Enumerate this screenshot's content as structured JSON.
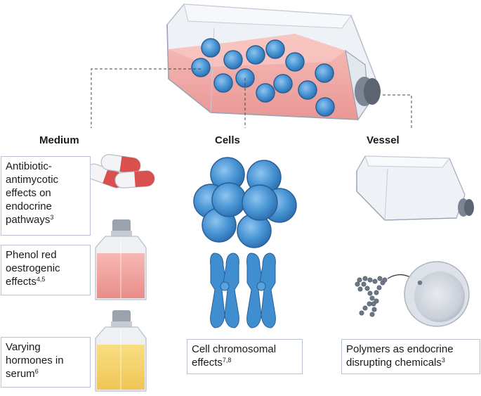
{
  "headings": {
    "medium": "Medium",
    "cells": "Cells",
    "vessel": "Vessel"
  },
  "boxes": {
    "antibiotic": {
      "lines": [
        "Antibiotic-",
        "antimycotic",
        "effects on",
        "endocrine"
      ],
      "last": "pathways",
      "ref": "3"
    },
    "phenol": {
      "lines": [
        "Phenol red",
        "oestrogenic"
      ],
      "last": "effects",
      "ref": "4,5"
    },
    "serum": {
      "lines": [
        "Varying",
        "hormones in"
      ],
      "last": "serum",
      "ref": "6"
    },
    "chromosomal": {
      "lines": [
        "Cell chromosomal"
      ],
      "last": "effects",
      "ref": "7,8"
    },
    "polymers": {
      "lines": [
        "Polymers as endocrine"
      ],
      "last": "disrupting chemicals",
      "ref": "3"
    }
  },
  "colors": {
    "cell_blue": "#3f8fd0",
    "medium_pink": "#f2a3a0",
    "serum_yellow": "#f5d46a",
    "capsule_red": "#d9504e",
    "box_border": "#b9c2d0"
  },
  "icons": [
    "culture-flask-icon",
    "capsule-icon",
    "media-bottle-icon",
    "cell-cluster-icon",
    "chromosome-icon",
    "polymer-chain-icon",
    "particle-sphere-icon"
  ]
}
